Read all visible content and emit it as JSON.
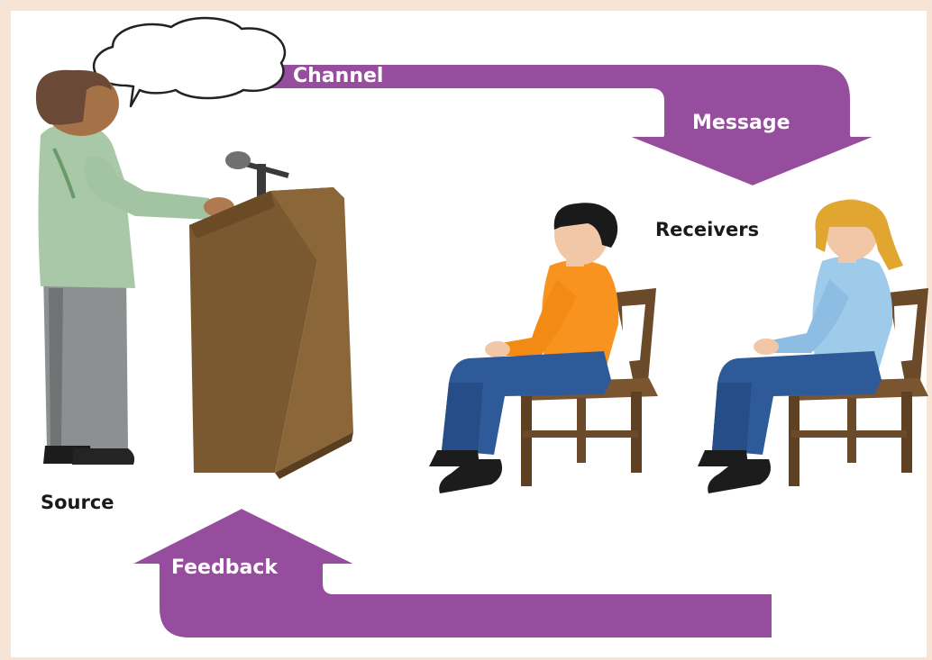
{
  "diagram": {
    "labels": {
      "channel": "Channel",
      "message": "Message",
      "receivers": "Receivers",
      "source": "Source",
      "feedback": "Feedback"
    },
    "colors": {
      "arrow": "#974d9e",
      "background": "#f6e4d6",
      "podium": "#7a5830",
      "shirt_speaker": "#a9c8a8",
      "shirt_receiver_1": "#f7931e",
      "shirt_receiver_2": "#9fcbea",
      "jeans": "#2e5a9a",
      "chair": "#6b4a2a"
    },
    "icons": [
      "speech-bubble-icon",
      "microphone-icon",
      "podium-icon",
      "speaker-figure-icon",
      "receiver-figure-icon",
      "chair-icon"
    ]
  }
}
